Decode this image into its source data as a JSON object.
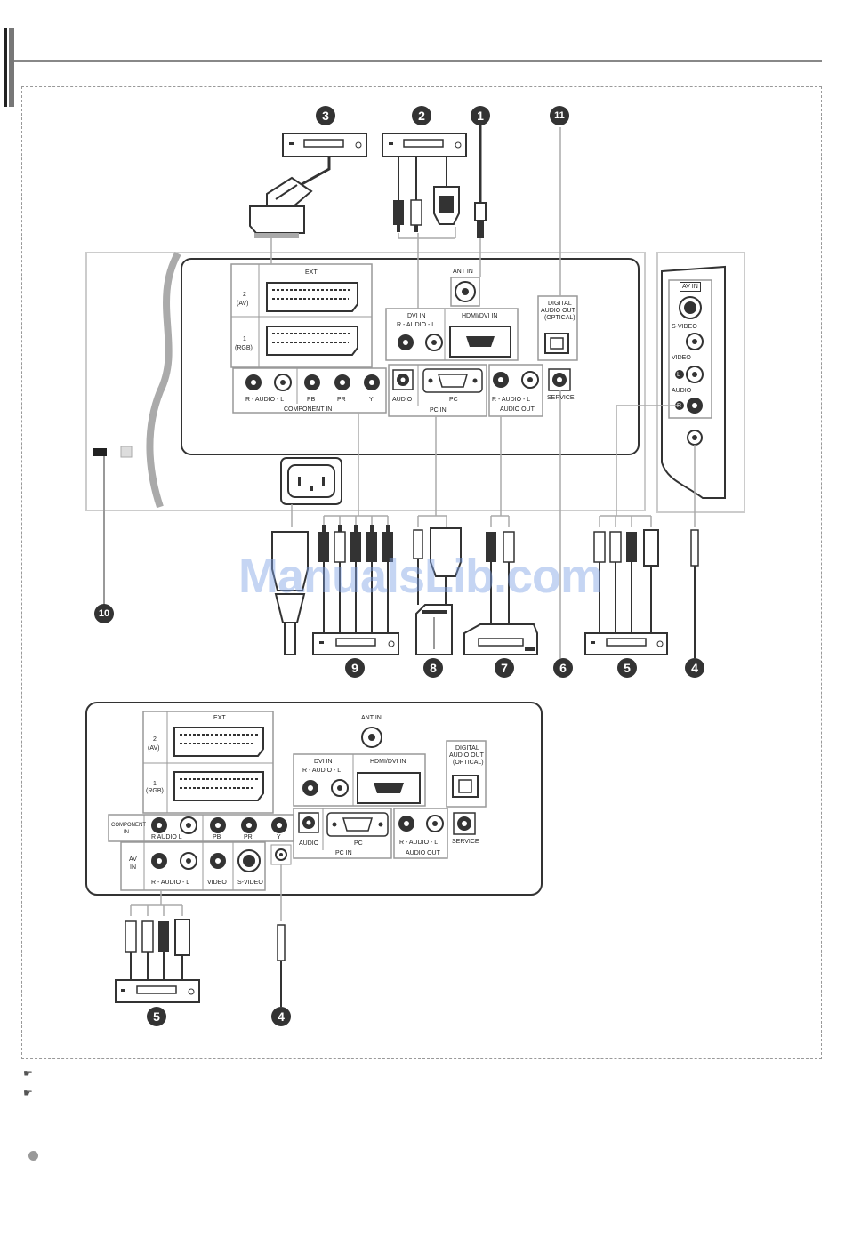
{
  "watermark": "ManualsLib.com",
  "numbers": {
    "n1": "1",
    "n2": "2",
    "n3": "3",
    "n4": "4",
    "n5": "5",
    "n6": "6",
    "n7": "7",
    "n8": "8",
    "n9": "9",
    "n10": "10",
    "n11": "11",
    "n5b": "5",
    "n4b": "4"
  },
  "panel_main": {
    "ext": "EXT",
    "ext2": "2",
    "ext2sub": "(AV)",
    "ext1": "1",
    "ext1sub": "(RGB)",
    "ant_in": "ANT IN",
    "dvi_in": "DVI IN",
    "dvi_audio": "R - AUDIO - L",
    "hdmi": "HDMI/DVI IN",
    "digital1": "DIGITAL",
    "digital2": "AUDIO OUT",
    "digital3": "(OPTICAL)",
    "comp_audio": "R - AUDIO - L",
    "pb": "PB",
    "pr": "PR",
    "y": "Y",
    "comp_in": "COMPONENT IN",
    "audio": "AUDIO",
    "pc": "PC",
    "pc_in": "PC IN",
    "aout_audio": "R - AUDIO - L",
    "audio_out": "AUDIO OUT",
    "service": "SERVICE"
  },
  "panel_side": {
    "av_in": "AV IN",
    "svideo": "S-VIDEO",
    "video": "VIDEO",
    "audio": "AUDIO",
    "l": "L",
    "r": "R"
  },
  "panel_lower": {
    "ext": "EXT",
    "ext2": "2",
    "ext2sub": "(AV)",
    "ext1": "1",
    "ext1sub": "(RGB)",
    "ant_in": "ANT IN",
    "dvi_in": "DVI IN",
    "dvi_audio": "R - AUDIO - L",
    "hdmi": "HDMI/DVI IN",
    "digital1": "DIGITAL",
    "digital2": "AUDIO OUT",
    "digital3": "(OPTICAL)",
    "component": "COMPONENT",
    "component_in": "IN",
    "comp_audio": "R   AUDIO   L",
    "pb": "PB",
    "pr": "PR",
    "y": "Y",
    "av": "AV",
    "av_in": "IN",
    "av_audio": "R - AUDIO - L",
    "video": "VIDEO",
    "svideo": "S-VIDEO",
    "audio": "AUDIO",
    "pc": "PC",
    "pc_in": "PC IN",
    "aout_audio": "R - AUDIO - L",
    "audio_out": "AUDIO OUT",
    "service": "SERVICE"
  },
  "colors": {
    "line": "#444444",
    "frame": "#999999",
    "panel_border": "#bbbbbb",
    "dark": "#333333",
    "watermark": "#7fa3e6"
  }
}
